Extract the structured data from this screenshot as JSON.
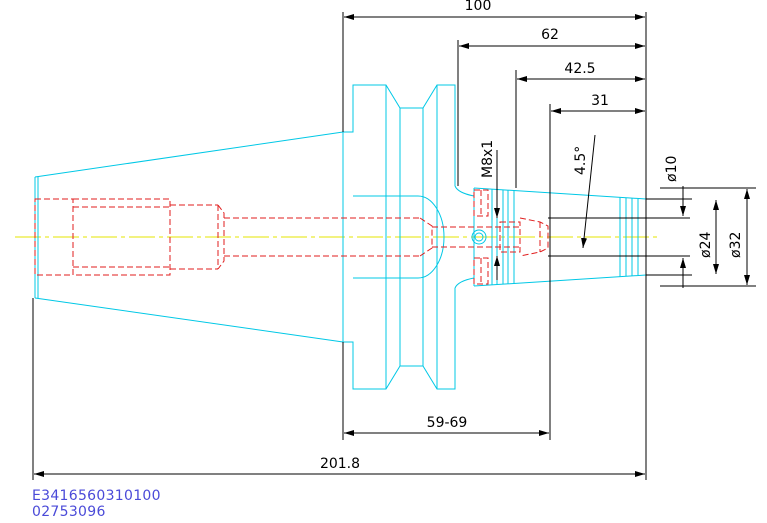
{
  "dimensions": {
    "len_100": "100",
    "len_62": "62",
    "len_42_5": "42.5",
    "len_31": "31",
    "len_59_69": "59-69",
    "len_201_8": "201.8",
    "thread": "M8x1",
    "angle": "4.5°",
    "dia_10": "ø10",
    "dia_24": "ø24",
    "dia_32": "ø32"
  },
  "codes": {
    "line1": "E3416560310100",
    "line2": "02753096"
  },
  "colors": {
    "outline": "#00c8e6",
    "hidden": "#e01e1e",
    "center": "#e6e600",
    "dimension": "#000000",
    "code_text": "#4a4ad8"
  }
}
